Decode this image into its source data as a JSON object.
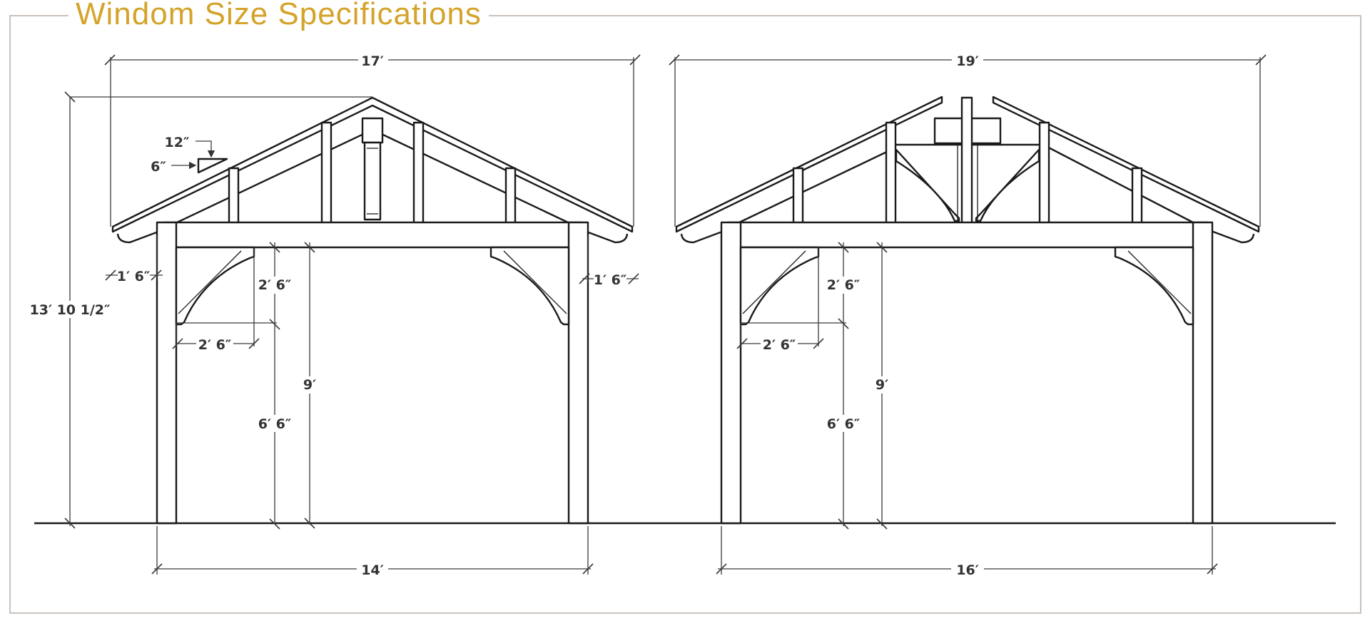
{
  "title": "Windom Size Specifications",
  "colors": {
    "title": "#d4a32a",
    "frame_border": "#b9aea6",
    "line": "#1a1a1a"
  },
  "left_pavilion": {
    "overall_width": "17′",
    "post_width": "14′",
    "total_height": "13′ 10 1/2″",
    "left_overhang": "1′ 6″",
    "right_overhang": "1′ 6″",
    "brace_vertical": "2′ 6″",
    "brace_horizontal": "2′ 6″",
    "clearance": "6′ 6″",
    "post_height": "9′",
    "pitch_rise": "6″",
    "pitch_run": "12″"
  },
  "right_pavilion": {
    "overall_width": "19′",
    "post_width": "16′",
    "brace_vertical": "2′ 6″",
    "brace_horizontal": "2′ 6″",
    "clearance": "6′ 6″",
    "post_height": "9′"
  }
}
